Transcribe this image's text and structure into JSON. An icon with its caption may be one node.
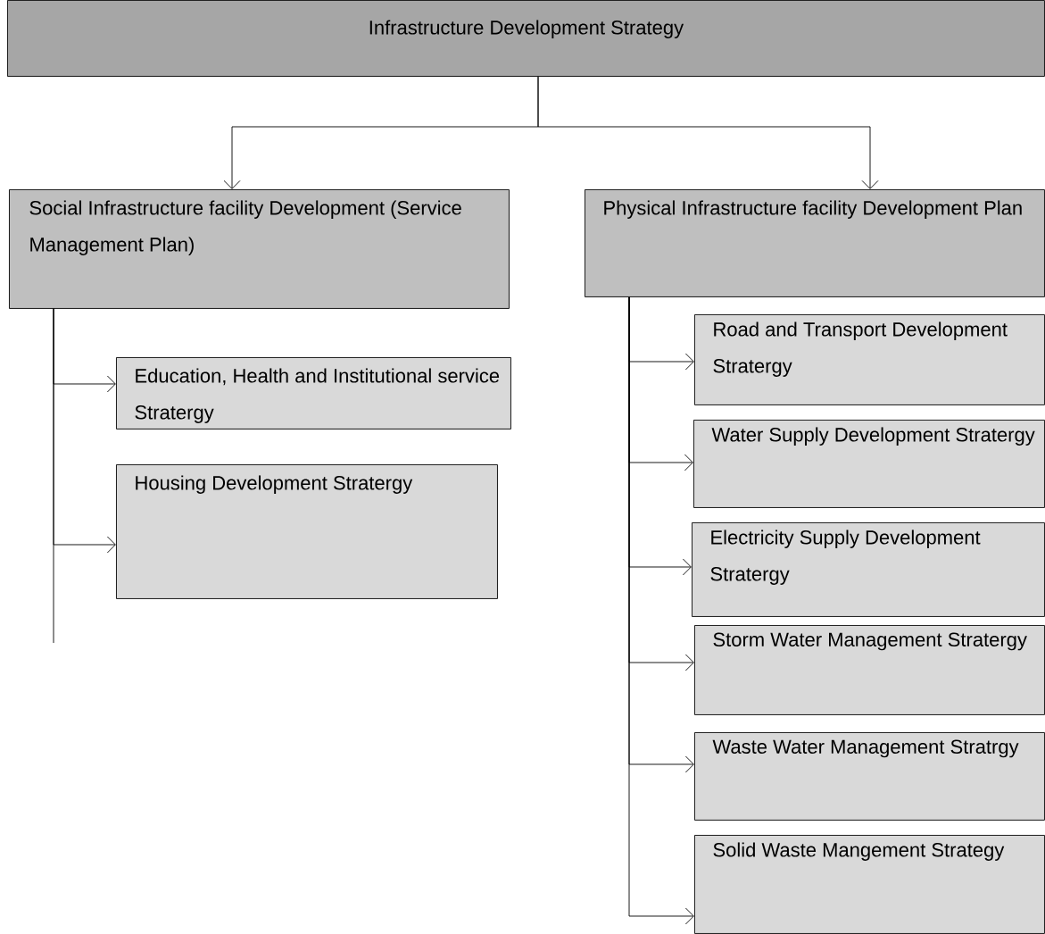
{
  "diagram": {
    "nodes": [
      {
        "text": [
          "Infrastructure Development Strategy"
        ]
      },
      {
        "text": [
          "Social Infrastructure facility Development (Service Management Plan)"
        ]
      },
      {
        "text": [
          "Physical Infrastructure facility Development Plan"
        ]
      },
      {
        "text": [
          "Education, Health and Institutional service Stratergy"
        ]
      },
      {
        "text": [
          "Housing Development Stratergy"
        ]
      },
      {
        "text": [
          "Road and Transport Development Stratergy"
        ]
      },
      {
        "text": [
          "Water Supply Development Stratergy"
        ]
      },
      {
        "text": [
          "Electricity Supply Development Stratergy"
        ]
      },
      {
        "text": [
          "Storm Water Management Stratergy"
        ]
      },
      {
        "text": [
          "Waste Water Management Stratrgy"
        ]
      },
      {
        "text": [
          "Solid Waste Mangement Strategy"
        ]
      }
    ],
    "edges": [
      {
        "from": 0,
        "to": 1,
        "arrow": "to"
      },
      {
        "from": 0,
        "to": 2,
        "arrow": "to"
      },
      {
        "from": 1,
        "to": 3,
        "arrow": "to"
      },
      {
        "from": 1,
        "to": 4,
        "arrow": "to"
      },
      {
        "from": 2,
        "to": 5,
        "arrow": "to"
      },
      {
        "from": 2,
        "to": 6,
        "arrow": "to"
      },
      {
        "from": 2,
        "to": 7,
        "arrow": "to"
      },
      {
        "from": 2,
        "to": 8,
        "arrow": "to"
      },
      {
        "from": 2,
        "to": 9,
        "arrow": "to"
      },
      {
        "from": 2,
        "to": 10,
        "arrow": "to"
      }
    ]
  }
}
